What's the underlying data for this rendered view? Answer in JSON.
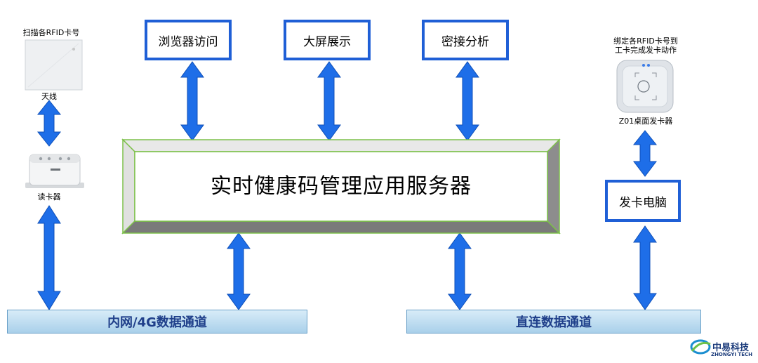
{
  "left": {
    "scan_label": "扫描各RFID卡号",
    "antenna_label": "天线",
    "reader_label": "读卡器"
  },
  "top_boxes": [
    "浏览器访问",
    "大屏展示",
    "密接分析"
  ],
  "center": {
    "title": "实时健康码管理应用服务器"
  },
  "right": {
    "bind_label_line1": "绑定各RFID卡号到",
    "bind_label_line2": "工卡完成发卡动作",
    "issuer_label": "Z01桌面发卡器",
    "pc_label": "发卡电脑"
  },
  "bottom": {
    "left_channel": "内网/4G数据通道",
    "right_channel": "直连数据通道"
  },
  "logo": {
    "name": "中易科技",
    "sub": "ZHONGYI TECH"
  },
  "colors": {
    "arrow": "#1e6ee8",
    "box_border": "#1f5fd6",
    "center_border": "#7dc04a"
  }
}
